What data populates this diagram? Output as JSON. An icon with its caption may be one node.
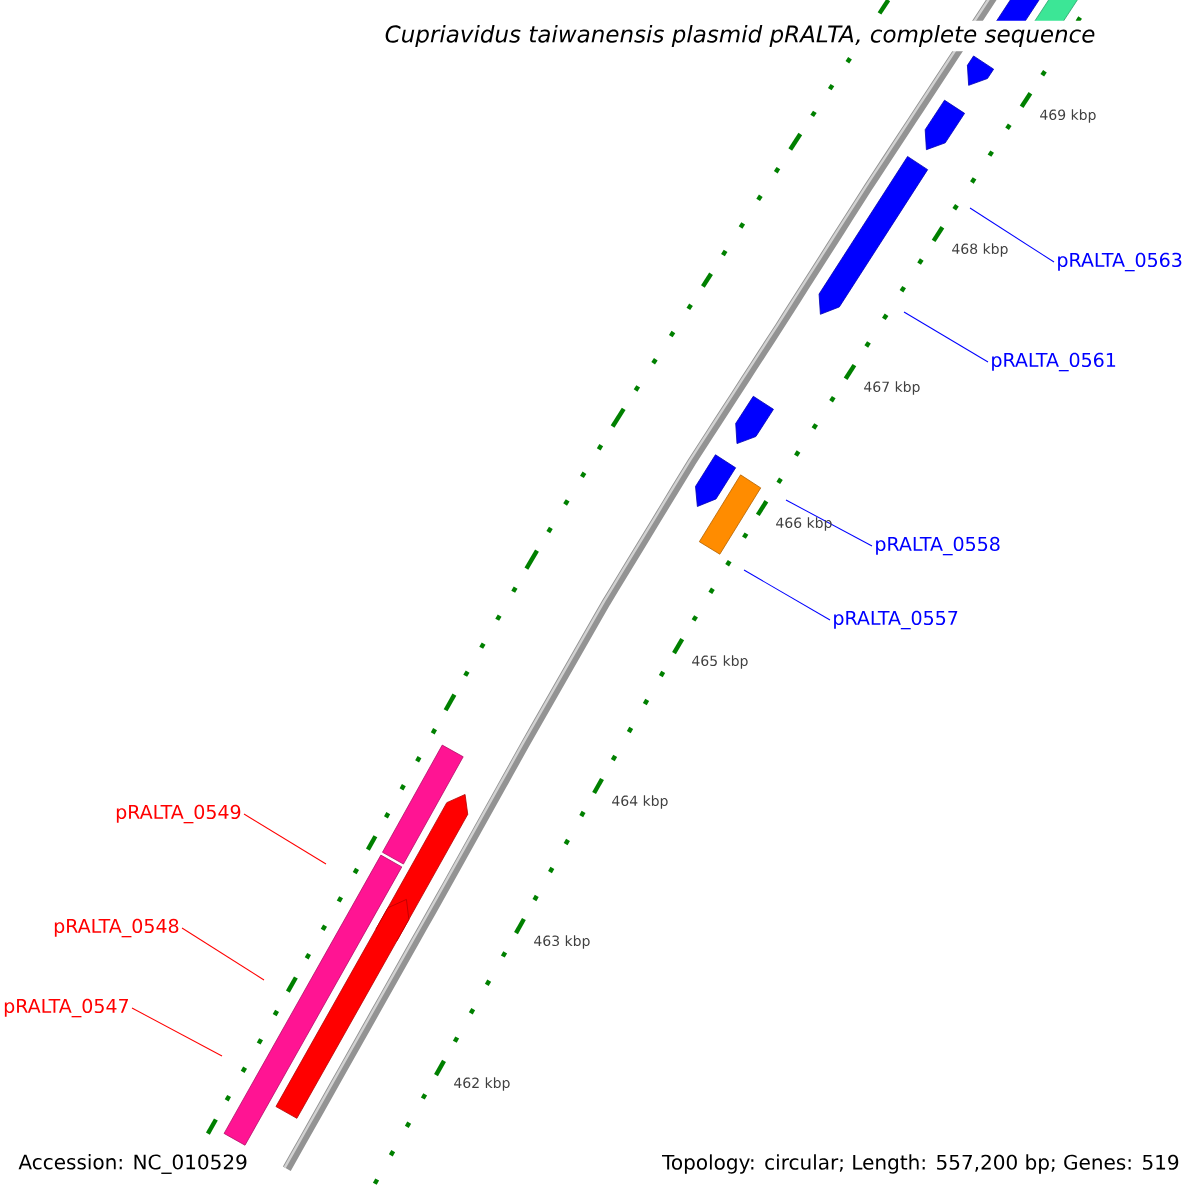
{
  "diagram": {
    "title": "Cupriavidus taiwanensis plasmid pRALTA, complete sequence",
    "nodes": [
      {
        "text": [
          "pRALTA_0563"
        ]
      },
      {
        "text": [
          "pRALTA_0561"
        ]
      },
      {
        "text": [
          "pRALTA_0558"
        ]
      },
      {
        "text": [
          "pRALTA_0557"
        ]
      },
      {
        "text": [
          "pRALTA_0549"
        ]
      },
      {
        "text": [
          "pRALTA_0548"
        ]
      },
      {
        "text": [
          "pRALTA_0547"
        ]
      }
    ],
    "edges": [
      {
        "from": 0,
        "to": null,
        "arrow": "none"
      },
      {
        "from": 1,
        "to": null,
        "arrow": "none"
      },
      {
        "from": 2,
        "to": null,
        "arrow": "none"
      },
      {
        "from": 3,
        "to": null,
        "arrow": "none"
      },
      {
        "from": 4,
        "to": null,
        "arrow": "none",
        "color": "#ff0000"
      },
      {
        "from": 5,
        "to": null,
        "arrow": "none",
        "color": "#ff0000"
      },
      {
        "from": 6,
        "to": null,
        "arrow": "none",
        "color": "#ff0000"
      }
    ],
    "labels": [
      "469 kbp",
      "468 kbp",
      "467 kbp",
      "466 kbp",
      "465 kbp",
      "464 kbp",
      "463 kbp",
      "462 kbp",
      "Accession: NC_010529",
      "Topology: circular; Length: 557,200 bp; Genes: 519"
    ]
  }
}
